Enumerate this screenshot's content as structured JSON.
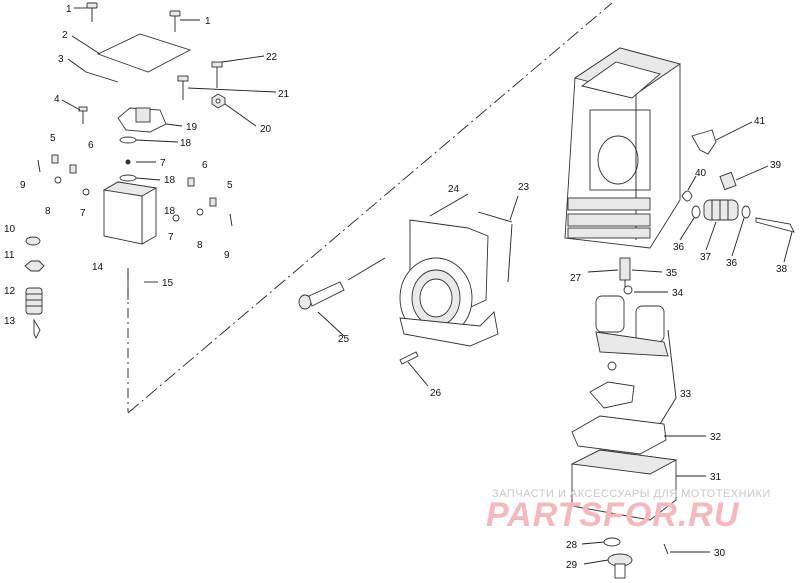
{
  "diagram": {
    "callouts": [
      "1",
      "1",
      "2",
      "3",
      "22",
      "21",
      "4",
      "19",
      "20",
      "18",
      "5",
      "6",
      "7",
      "18",
      "6",
      "5",
      "9",
      "8",
      "7",
      "18",
      "7",
      "8",
      "9",
      "10",
      "11",
      "14",
      "15",
      "12",
      "13",
      "24",
      "23",
      "25",
      "26",
      "41",
      "40",
      "39",
      "36",
      "37",
      "36",
      "38",
      "27",
      "35",
      "34",
      "33",
      "32",
      "31",
      "28",
      "29",
      "30"
    ]
  },
  "watermark": {
    "line1": "ЗАПЧАСТИ И АКСЕССУАРЫ ДЛЯ МОТОТЕХНИКИ",
    "line2": "PARTSFOR.RU"
  },
  "colors": {
    "lines": "#222222",
    "watermark_red": "#e8606c",
    "watermark_gray": "#c9c9c9"
  }
}
